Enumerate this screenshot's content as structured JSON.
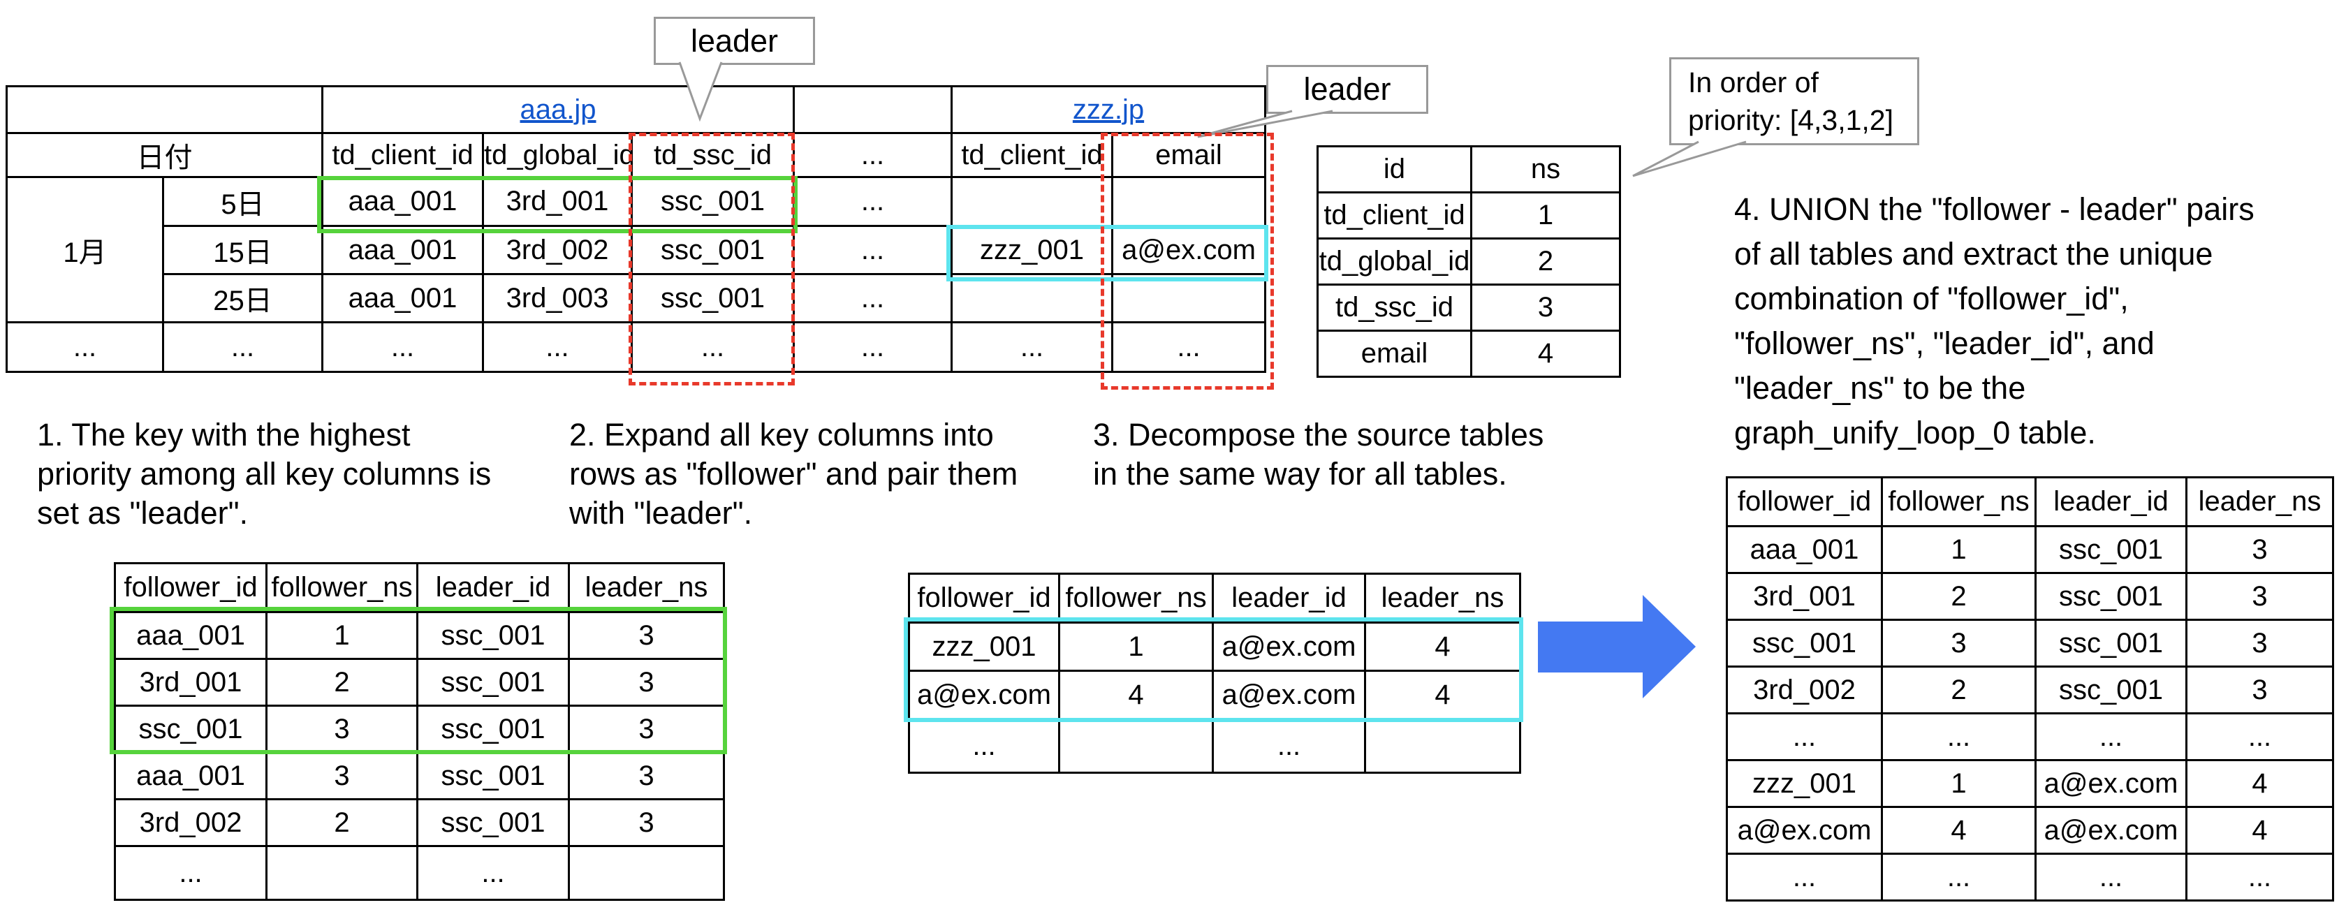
{
  "colors": {
    "link_blue": "#1155cc",
    "highlight_green": "#56d33c",
    "highlight_cyan": "#5de4ee",
    "highlight_red": "#e8392b",
    "arrow_blue": "#4479f2",
    "callout_gray": "#999999"
  },
  "callouts": {
    "leader_top": "leader",
    "leader_right": "leader",
    "priority_note": "In order of\npriority: [4,3,1,2]"
  },
  "source_table": {
    "group_links": {
      "aaa": "aaa.jp",
      "zzz": "zzz.jp"
    },
    "date_header": "日付",
    "col_headers": [
      "td_client_id",
      "td_global_id",
      "td_ssc_id",
      "...",
      "td_client_id",
      "email"
    ],
    "month_label": "1月",
    "rows": [
      {
        "day": "5日",
        "cells": [
          "aaa_001",
          "3rd_001",
          "ssc_001",
          "...",
          "",
          ""
        ]
      },
      {
        "day": "15日",
        "cells": [
          "aaa_001",
          "3rd_002",
          "ssc_001",
          "...",
          "zzz_001",
          "a@ex.com"
        ]
      },
      {
        "day": "25日",
        "cells": [
          "aaa_001",
          "3rd_003",
          "ssc_001",
          "...",
          "",
          ""
        ]
      }
    ],
    "dots_row": [
      "...",
      "...",
      "...",
      "...",
      "...",
      "...",
      "...",
      "..."
    ]
  },
  "priority_table": {
    "headers": [
      "id",
      "ns"
    ],
    "rows": [
      [
        "td_client_id",
        "1"
      ],
      [
        "td_global_id",
        "2"
      ],
      [
        "td_ssc_id",
        "3"
      ],
      [
        "email",
        "4"
      ]
    ]
  },
  "steps": {
    "step1": "1. The key with the highest\npriority among all key columns is\nset as \"leader\".",
    "step2": "2. Expand all key columns into\nrows as \"follower\" and pair them\nwith \"leader\".",
    "step3": "3. Decompose the source tables\nin the same way for all tables.",
    "step4": "4. UNION the \"follower - leader\" pairs\nof all tables and extract the unique\ncombination of \"follower_id\",\n\"follower_ns\", \"leader_id\", and\n\"leader_ns\" to be the\ngraph_unify_loop_0 table."
  },
  "pair_headers": [
    "follower_id",
    "follower_ns",
    "leader_id",
    "leader_ns"
  ],
  "left_pair_table": {
    "rows": [
      [
        "aaa_001",
        "1",
        "ssc_001",
        "3"
      ],
      [
        "3rd_001",
        "2",
        "ssc_001",
        "3"
      ],
      [
        "ssc_001",
        "3",
        "ssc_001",
        "3"
      ],
      [
        "aaa_001",
        "3",
        "ssc_001",
        "3"
      ],
      [
        "3rd_002",
        "2",
        "ssc_001",
        "3"
      ],
      [
        "...",
        "",
        "...",
        ""
      ]
    ]
  },
  "middle_pair_table": {
    "rows": [
      [
        "zzz_001",
        "1",
        "a@ex.com",
        "4"
      ],
      [
        "a@ex.com",
        "4",
        "a@ex.com",
        "4"
      ],
      [
        "...",
        "",
        "...",
        ""
      ]
    ]
  },
  "result_table": {
    "rows": [
      [
        "aaa_001",
        "1",
        "ssc_001",
        "3"
      ],
      [
        "3rd_001",
        "2",
        "ssc_001",
        "3"
      ],
      [
        "ssc_001",
        "3",
        "ssc_001",
        "3"
      ],
      [
        "3rd_002",
        "2",
        "ssc_001",
        "3"
      ],
      [
        "...",
        "...",
        "...",
        "..."
      ],
      [
        "zzz_001",
        "1",
        "a@ex.com",
        "4"
      ],
      [
        "a@ex.com",
        "4",
        "a@ex.com",
        "4"
      ],
      [
        "...",
        "...",
        "...",
        "..."
      ]
    ]
  }
}
